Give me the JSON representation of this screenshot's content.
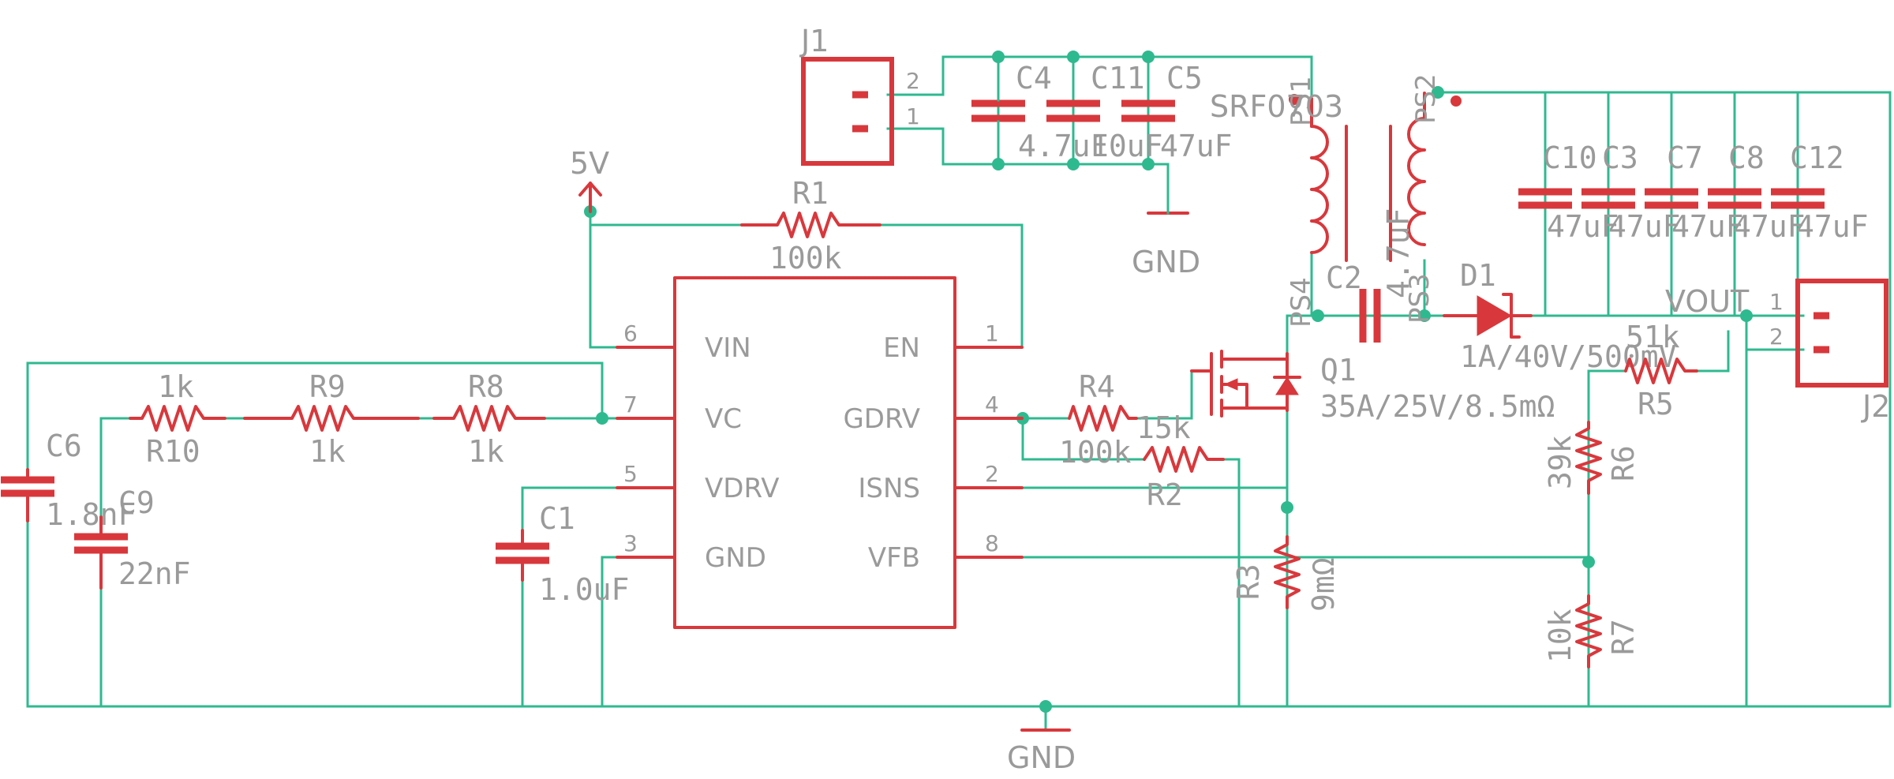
{
  "connectors": {
    "j1": {
      "ref": "J1",
      "pin1": "1",
      "pin2": "2"
    },
    "j2": {
      "ref": "J2",
      "pin1": "1",
      "pin2": "2"
    }
  },
  "supplies": {
    "vin": "5V",
    "gnd_top": "GND",
    "gnd_bottom": "GND",
    "vout": "VOUT"
  },
  "ic": {
    "pins_left": [
      {
        "num": "6",
        "name": "VIN"
      },
      {
        "num": "7",
        "name": "VC"
      },
      {
        "num": "5",
        "name": "VDRV"
      },
      {
        "num": "3",
        "name": "GND"
      }
    ],
    "pins_right": [
      {
        "num": "1",
        "name": "EN"
      },
      {
        "num": "4",
        "name": "GDRV"
      },
      {
        "num": "2",
        "name": "ISNS"
      },
      {
        "num": "8",
        "name": "VFB"
      }
    ]
  },
  "resistors": {
    "r1": {
      "ref": "R1",
      "value": "100k"
    },
    "r2": {
      "ref": "R2",
      "value": "15k"
    },
    "r3": {
      "ref": "R3",
      "value": "9mΩ"
    },
    "r4": {
      "ref": "R4",
      "value": "100k"
    },
    "r5": {
      "ref": "R5",
      "value": "51k"
    },
    "r6": {
      "ref": "R6",
      "value": "39k"
    },
    "r7": {
      "ref": "R7",
      "value": "10k"
    },
    "r8": {
      "ref": "R8",
      "value": "1k"
    },
    "r9": {
      "ref": "R9",
      "value": "1k"
    },
    "r10": {
      "ref": "R10",
      "value": "1k"
    }
  },
  "capacitors": {
    "c1": {
      "ref": "C1",
      "value": "1.0uF"
    },
    "c2": {
      "ref": "C2",
      "value": "4.7uF"
    },
    "c3": {
      "ref": "C3",
      "value": "47uF"
    },
    "c4": {
      "ref": "C4",
      "value": "4.7uF"
    },
    "c5": {
      "ref": "C5",
      "value": "47uF"
    },
    "c6": {
      "ref": "C6",
      "value": "1.8nF"
    },
    "c7": {
      "ref": "C7",
      "value": "47uF"
    },
    "c8": {
      "ref": "C8",
      "value": "47uF"
    },
    "c9": {
      "ref": "C9",
      "value": "22nF"
    },
    "c10": {
      "ref": "C10",
      "value": "47uF"
    },
    "c11": {
      "ref": "C11",
      "value": "10uF"
    },
    "c12": {
      "ref": "C12",
      "value": "47uF"
    }
  },
  "coupled_inductor": {
    "part": "SRF0703",
    "ps1": "PS1",
    "ps2": "PS2",
    "ps3": "PS3",
    "ps4": "PS4"
  },
  "diode": {
    "ref": "D1",
    "value": "1A/40V/500mV"
  },
  "mosfet": {
    "ref": "Q1",
    "value": "35A/25V/8.5mΩ"
  }
}
